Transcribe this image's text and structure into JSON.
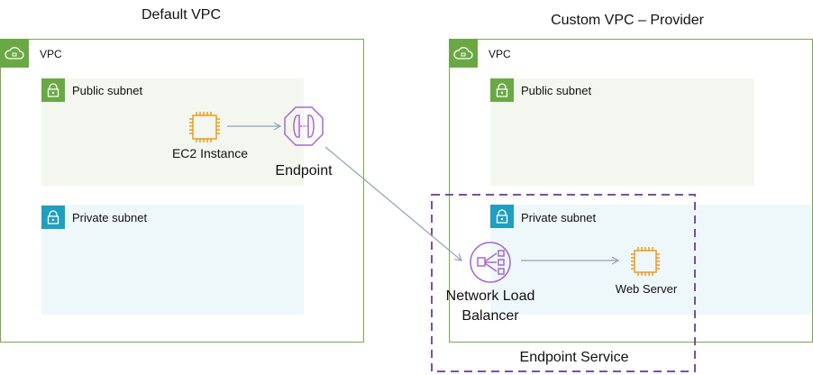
{
  "left": {
    "title": "Default VPC",
    "vpc_label": "VPC",
    "public_subnet": "Public subnet",
    "private_subnet": "Private subnet",
    "ec2_label": "EC2 Instance",
    "endpoint_label": "Endpoint"
  },
  "right": {
    "title": "Custom VPC – Provider",
    "vpc_label": "VPC",
    "public_subnet": "Public subnet",
    "private_subnet": "Private subnet",
    "nlb_label_line1": "Network Load",
    "nlb_label_line2": "Balancer",
    "web_server_label": "Web Server",
    "endpoint_service_label": "Endpoint Service"
  },
  "colors": {
    "vpc_green": "#6aa844",
    "subnet_blue": "#1f9ec0",
    "ec2_orange": "#f09a1c",
    "network_purple": "#a866d8",
    "endpoint_service_border": "#7b4fa0",
    "arrow": "#8fa2b8"
  }
}
